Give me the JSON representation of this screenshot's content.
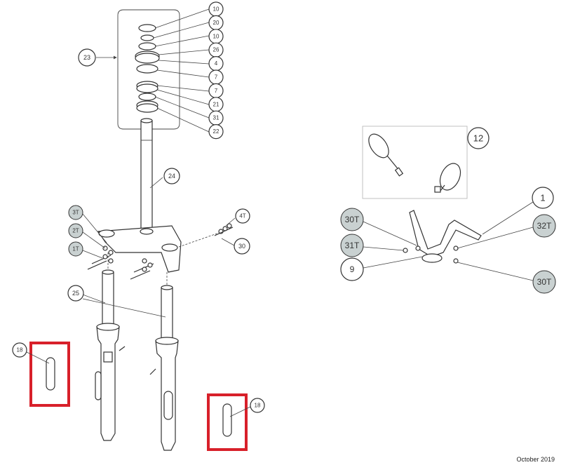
{
  "date_text": "October 2019",
  "colors": {
    "highlight": "#d8202a",
    "shaded_callout": "#c9d1d1"
  },
  "callouts_stack": [
    "10",
    "20",
    "10",
    "26",
    "4",
    "7",
    "7",
    "21",
    "31",
    "22"
  ],
  "callouts_fork": {
    "c23": "23",
    "c24": "24",
    "c25": "25",
    "c3T": "3T",
    "c2T": "2T",
    "c1T": "1T",
    "c4T": "4T",
    "c30": "30",
    "c18a": "18",
    "c18b": "18"
  },
  "callouts_handlebar": {
    "c12": "12",
    "c1": "1",
    "c30T_a": "30T",
    "c31T": "31T",
    "c9": "9",
    "c32T": "32T",
    "c30T_b": "30T"
  }
}
